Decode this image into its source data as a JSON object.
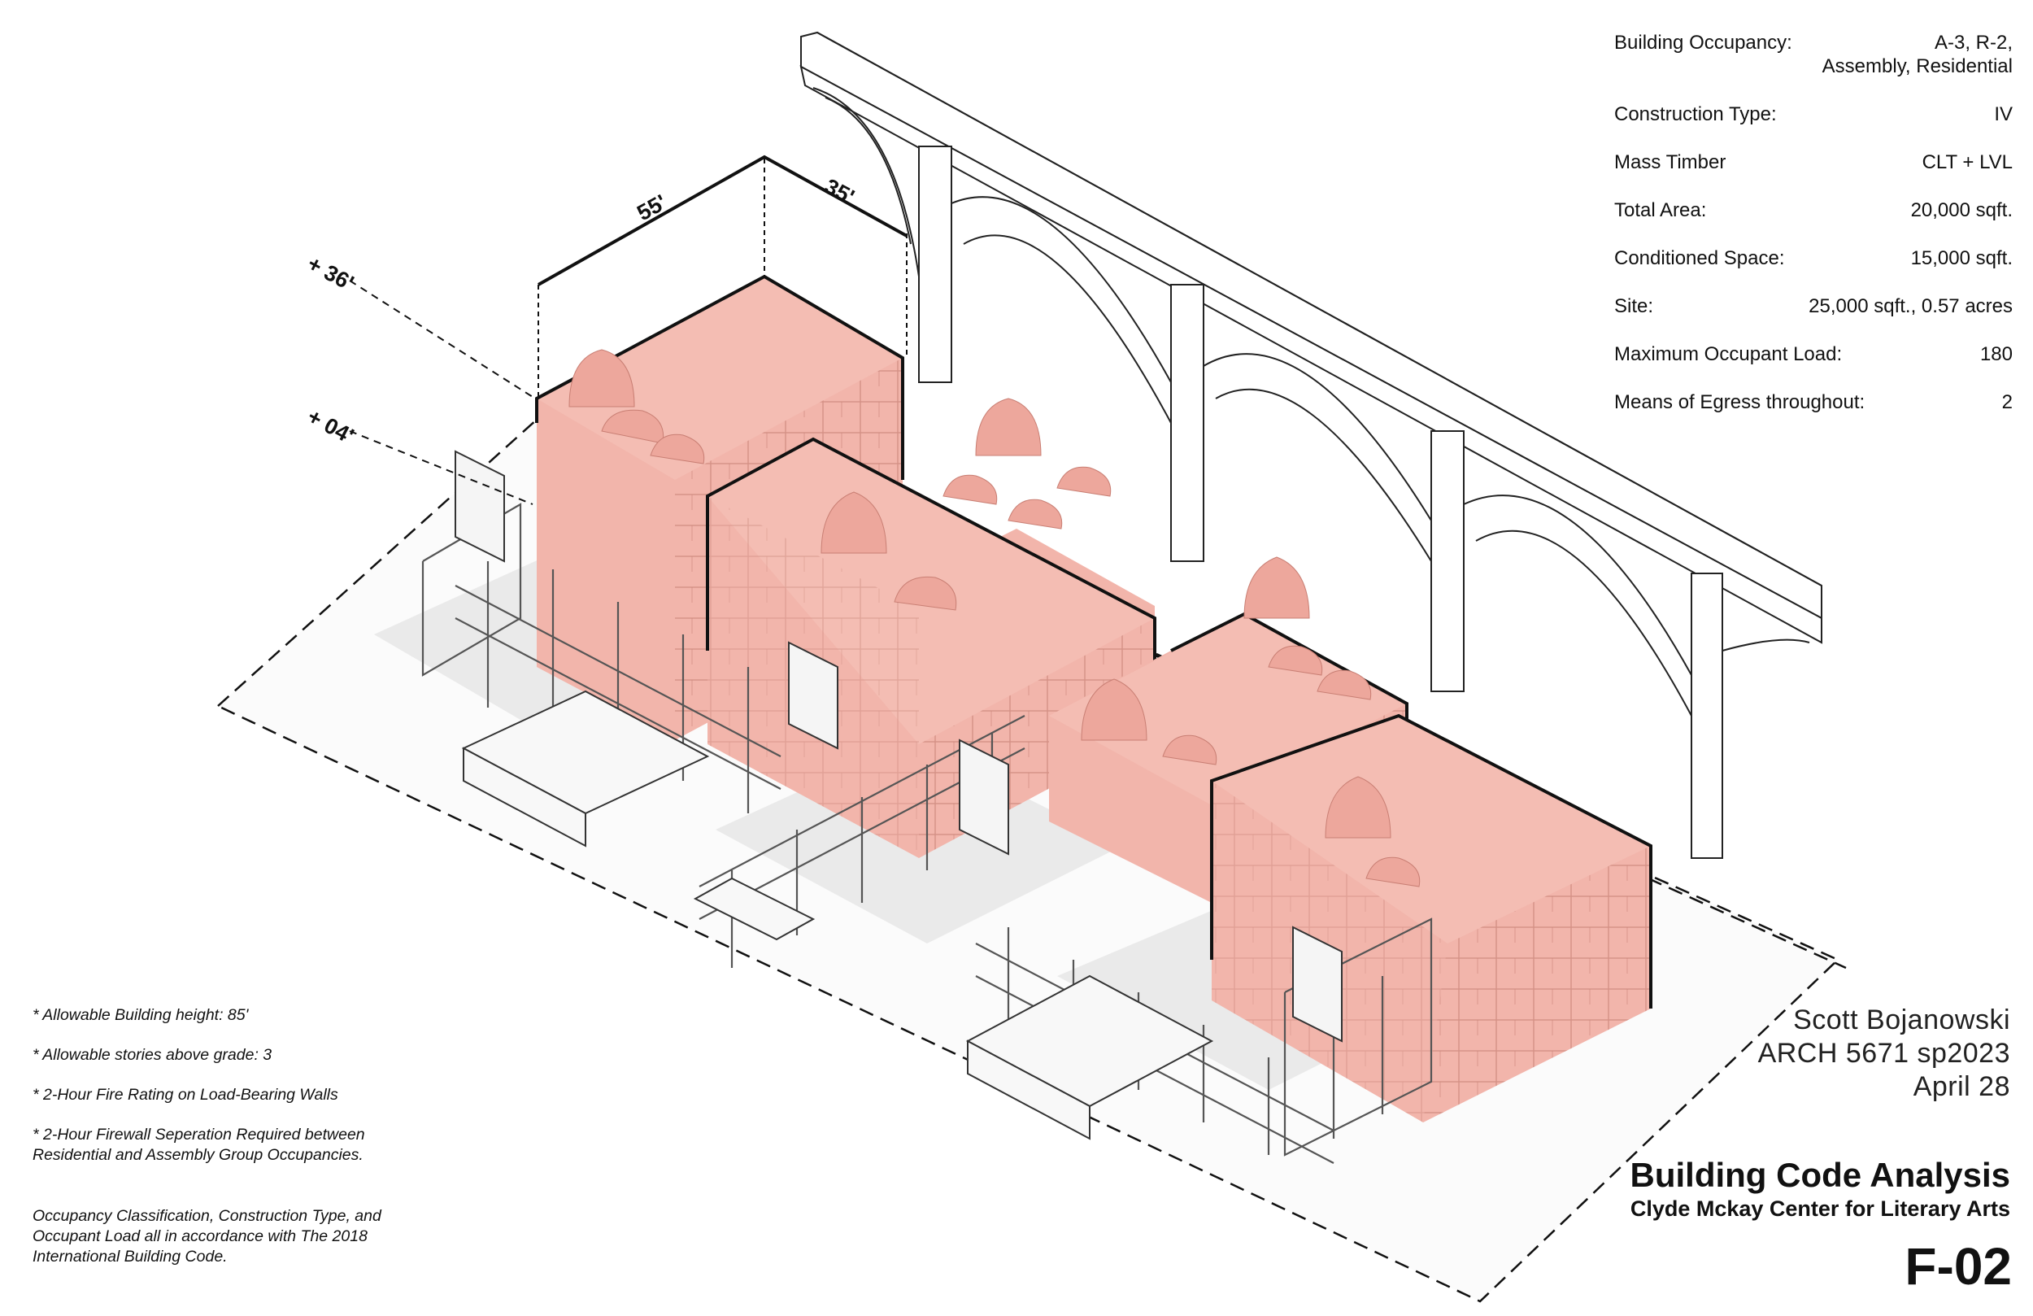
{
  "specs": [
    {
      "label": "Building Occupancy:",
      "value_lines": [
        "A-3, R-2,",
        "Assembly, Residential"
      ]
    },
    {
      "label": "Construction Type:",
      "value_lines": [
        "IV"
      ]
    },
    {
      "label": "Mass Timber",
      "value_lines": [
        "CLT + LVL"
      ]
    },
    {
      "label": "Total Area:",
      "value_lines": [
        "20,000 sqft."
      ]
    },
    {
      "label": "Conditioned Space:",
      "value_lines": [
        "15,000 sqft."
      ]
    },
    {
      "label": "Site:",
      "value_lines": [
        "25,000 sqft., 0.57 acres"
      ]
    },
    {
      "label": "Maximum Occupant Load:",
      "value_lines": [
        "180"
      ]
    },
    {
      "label": "Means of Egress throughout:",
      "value_lines": [
        "2"
      ]
    }
  ],
  "dimensions": {
    "width_label": "55'",
    "depth_label": "35'",
    "height_top_label": "+ 36'",
    "height_base_label": "+ 04'"
  },
  "notes": [
    "* Allowable Building height: 85'",
    "* Allowable stories above grade: 3",
    "* 2-Hour Fire Rating on Load-Bearing Walls",
    "* 2-Hour Firewall Seperation Required between Residential and Assembly Group Occupancies."
  ],
  "footer_note": "Occupancy Classification, Construction Type, and Occupant Load all in accordance with The 2018 International Building Code.",
  "author": {
    "name": "Scott Bojanowski",
    "course": "ARCH 5671 sp2023",
    "date": "April 28"
  },
  "title": "Building Code Analysis",
  "subtitle": "Clyde Mckay Center for Literary Arts",
  "sheet_number": "F-02",
  "colors": {
    "mass": "#f2b5ab",
    "mass_dark": "#e59b90",
    "line": "#111111",
    "structure": "#888888"
  }
}
